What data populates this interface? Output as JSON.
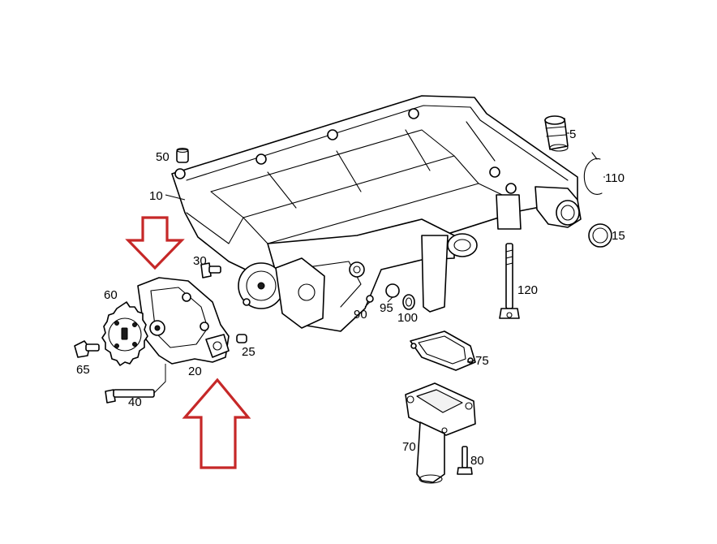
{
  "callouts": {
    "c5": "5",
    "c10": "10",
    "c15": "15",
    "c20": "20",
    "c25": "25",
    "c30": "30",
    "c40": "40",
    "c50": "50",
    "c60": "60",
    "c65": "65",
    "c70": "70",
    "c75": "75",
    "c80": "80",
    "c90": "90",
    "c95": "95",
    "c100": "100",
    "c110": "110",
    "c120": "120"
  },
  "highlight_color": "#c62828"
}
